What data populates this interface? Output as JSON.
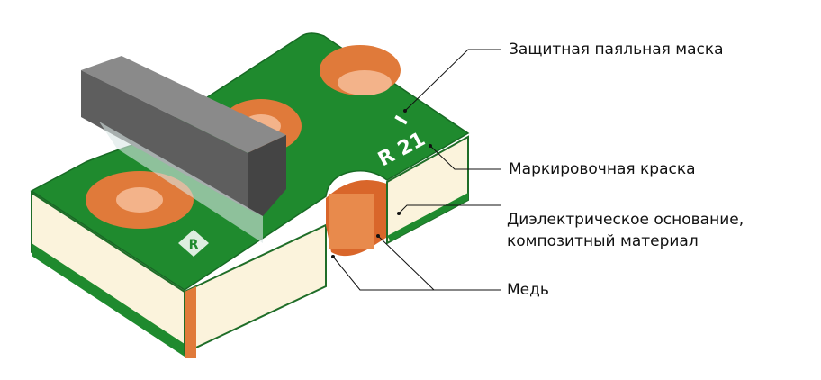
{
  "labels": {
    "solder_mask": "Защитная паяльная маска",
    "marking_ink": "Маркировочная краска",
    "dielectric_line1": "Диэлектрическое основание,",
    "dielectric_line2": "композитный материал",
    "copper": "Медь"
  },
  "board_marks": {
    "ref": "R 21",
    "pin_mark": "I",
    "diamond_mark": "R"
  },
  "colors": {
    "mask": "#1f8a2e",
    "copper": "#e07a3a",
    "dielectric": "#fbf3dc",
    "probe": "#6b6b6b"
  }
}
